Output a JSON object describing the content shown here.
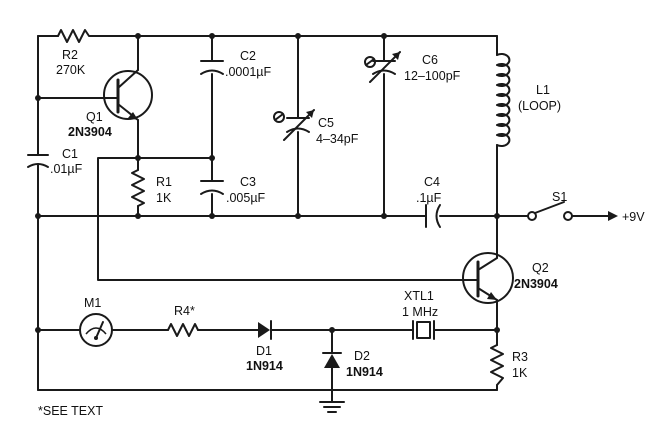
{
  "components": {
    "R2": {
      "ref": "R2",
      "value": "270K"
    },
    "Q1": {
      "ref": "Q1",
      "value": "2N3904"
    },
    "C1": {
      "ref": "C1",
      "value": ".01µF"
    },
    "R1": {
      "ref": "R1",
      "value": "1K"
    },
    "C2": {
      "ref": "C2",
      "value": ".0001µF"
    },
    "C3": {
      "ref": "C3",
      "value": ".005µF"
    },
    "C5": {
      "ref": "C5",
      "value": "4–34pF"
    },
    "C6": {
      "ref": "C6",
      "value": "12–100pF"
    },
    "L1": {
      "ref": "L1",
      "value": "(LOOP)"
    },
    "C4": {
      "ref": "C4",
      "value": ".1µF"
    },
    "S1": {
      "ref": "S1"
    },
    "Q2": {
      "ref": "Q2",
      "value": "2N3904"
    },
    "M1": {
      "ref": "M1"
    },
    "R4": {
      "ref": "R4*"
    },
    "D1": {
      "ref": "D1",
      "value": "1N914"
    },
    "D2": {
      "ref": "D2",
      "value": "1N914"
    },
    "XTL1": {
      "ref": "XTL1",
      "value": "1 MHz"
    },
    "R3": {
      "ref": "R3",
      "value": "1K"
    }
  },
  "supply_label": "+9V",
  "footnote": "*SEE TEXT"
}
